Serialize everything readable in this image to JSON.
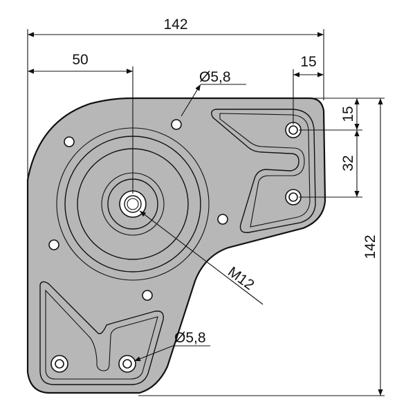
{
  "dimensions": {
    "overall_width": "142",
    "center_offset": "50",
    "edge_offset_horizontal": "15",
    "edge_offset_vertical": "15",
    "hole_spacing": "32",
    "overall_height": "142"
  },
  "callouts": {
    "top_hole_diameter": "Ø5,8",
    "bottom_hole_diameter": "Ø5,8",
    "center_thread": "M12"
  },
  "colors": {
    "plate": "#b7b7b7",
    "line": "#111111",
    "background": "#ffffff"
  }
}
